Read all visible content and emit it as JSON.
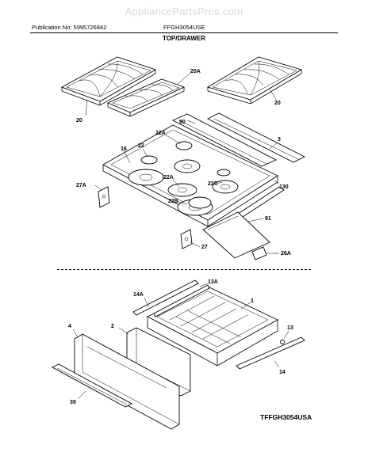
{
  "watermark": "AppliancePartsPros.com",
  "header": {
    "publication": "Publication No: 5995726842",
    "model": "FFGH3054USE"
  },
  "section_title": "TOP/DRAWER",
  "footer_code": "TFFGH3054USA",
  "callouts": {
    "c20_left": "20",
    "c20a": "20A",
    "c20_right": "20",
    "c90": "90",
    "c3": "3",
    "c22a_top": "22A",
    "c22": "22",
    "c16": "16",
    "c22a_mid": "22A",
    "c22c": "22C",
    "c130": "130",
    "c27a": "27A",
    "c22b": "22B",
    "c91": "91",
    "c27": "27",
    "c26a": "26A",
    "c14a": "14A",
    "c13a": "13A",
    "c1": "1",
    "c4": "4",
    "c2": "2",
    "c13": "13",
    "c14": "14",
    "c39": "39"
  }
}
